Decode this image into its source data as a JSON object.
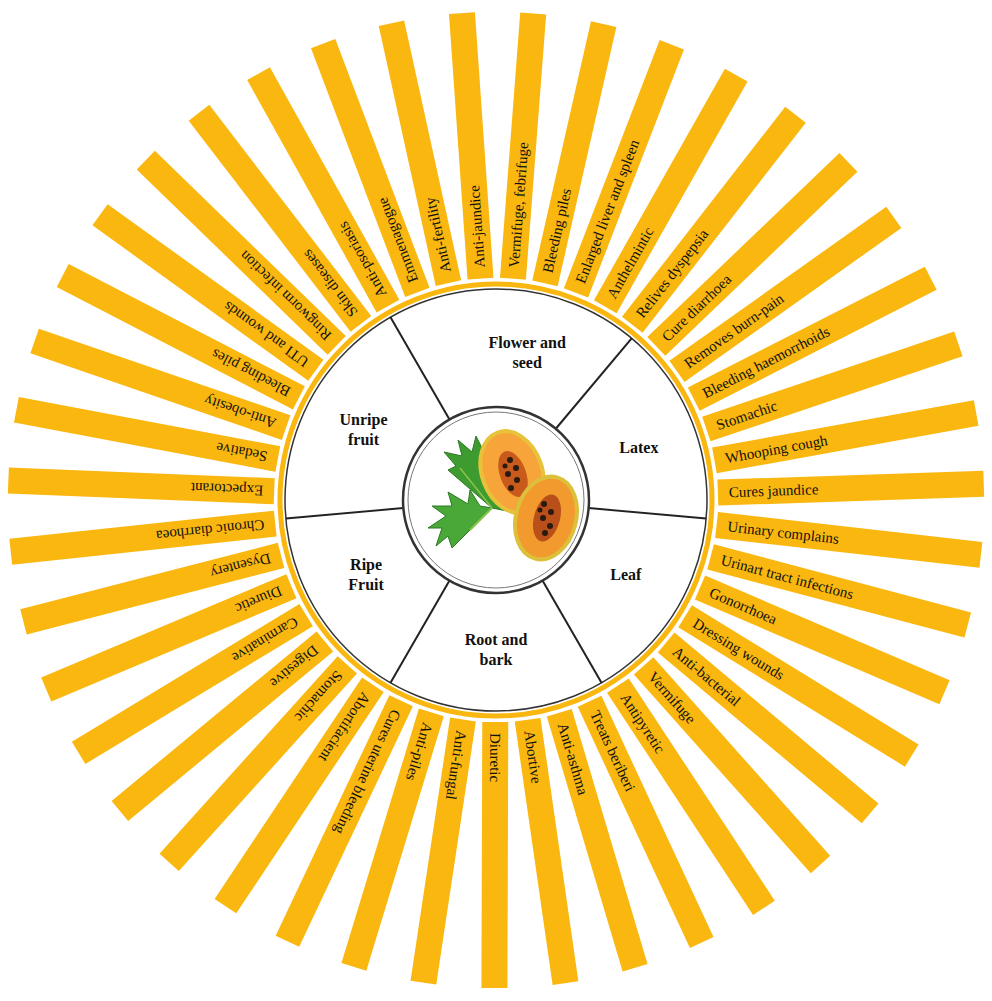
{
  "diagram": {
    "nodes": [
      {
        "text": [
          "Flower and seed"
        ]
      },
      {
        "text": [
          "Latex"
        ]
      },
      {
        "text": [
          "Leaf"
        ]
      },
      {
        "text": [
          "Root and bark"
        ]
      },
      {
        "text": [
          "Ripe Fruit"
        ]
      },
      {
        "text": [
          "Unripe fruit"
        ]
      },
      {
        "text": [
          "Anti-jaundice"
        ]
      },
      {
        "text": [
          "Vermifuge, febrifuge"
        ]
      },
      {
        "text": [
          "Bleeding piles"
        ]
      },
      {
        "text": [
          "Enlarged liver and spleen"
        ]
      },
      {
        "text": [
          "Anthelmintic"
        ]
      },
      {
        "text": [
          "Relives dyspepsia"
        ]
      },
      {
        "text": [
          "Cure diarrhoea"
        ]
      },
      {
        "text": [
          "Removes burn-pain"
        ]
      },
      {
        "text": [
          "Bleeding haemorrhoids"
        ]
      },
      {
        "text": [
          "Stomachic"
        ]
      },
      {
        "text": [
          "Whooping cough"
        ]
      },
      {
        "text": [
          "Cures jaundice"
        ]
      },
      {
        "text": [
          "Urinary complains"
        ]
      },
      {
        "text": [
          "Urinart tract infections"
        ]
      },
      {
        "text": [
          "Gonorrhoea"
        ]
      },
      {
        "text": [
          "Dressing wounds"
        ]
      },
      {
        "text": [
          "Anti-bacterial"
        ]
      },
      {
        "text": [
          "Vermifuge"
        ]
      },
      {
        "text": [
          "Antipyretic"
        ]
      },
      {
        "text": [
          "Treats beriberi"
        ]
      },
      {
        "text": [
          "Anti-asthma"
        ]
      },
      {
        "text": [
          "Abortive"
        ]
      },
      {
        "text": [
          "Diuretic"
        ]
      },
      {
        "text": [
          "Anti-fungal"
        ]
      },
      {
        "text": [
          "Anti-piles"
        ]
      },
      {
        "text": [
          "Cures uterine bleeding"
        ]
      },
      {
        "text": [
          "Abortifacient"
        ]
      },
      {
        "text": [
          "Stomachic"
        ]
      },
      {
        "text": [
          "Digestive"
        ]
      },
      {
        "text": [
          "Carminative"
        ]
      },
      {
        "text": [
          "Diuretic"
        ]
      },
      {
        "text": [
          "Dysentery"
        ]
      },
      {
        "text": [
          "Chronic diarrhoea"
        ]
      },
      {
        "text": [
          "Expectorant"
        ]
      },
      {
        "text": [
          "Sedative"
        ]
      },
      {
        "text": [
          "Anti-obesity"
        ]
      },
      {
        "text": [
          "Bleeding piles"
        ]
      },
      {
        "text": [
          "UTI and wounds"
        ]
      },
      {
        "text": [
          "Ringworm infection"
        ]
      },
      {
        "text": [
          "Skin diseases"
        ]
      },
      {
        "text": [
          "Anti-psoriasis"
        ]
      },
      {
        "text": [
          "Emmenagogue"
        ]
      },
      {
        "text": [
          "Anti-fertility"
        ]
      }
    ]
  }
}
